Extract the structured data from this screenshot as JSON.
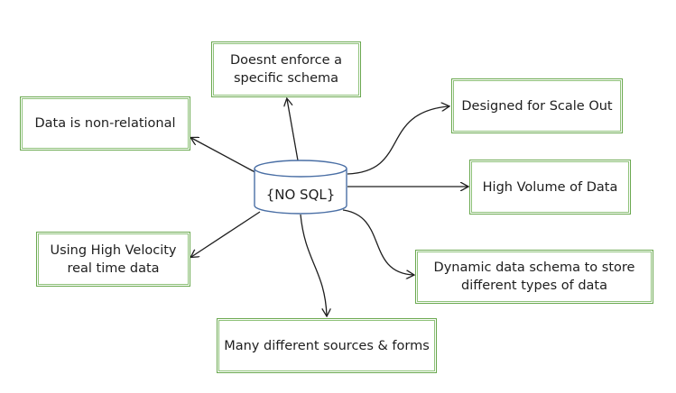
{
  "center": {
    "label": "{NO SQL}"
  },
  "nodes": {
    "schema": "Doesnt enforce a specific schema",
    "non_relational": "Data is non-relational",
    "scale_out": "Designed for Scale Out",
    "high_volume": "High Volume of Data",
    "high_velocity": "Using High Velocity real time data",
    "dynamic_schema": "Dynamic data schema to store different types of data",
    "sources": "Many different sources & forms"
  },
  "colors": {
    "box_border": "#6aa84f",
    "cylinder_stroke": "#4a6fa5",
    "arrow": "#1e1e1e"
  }
}
